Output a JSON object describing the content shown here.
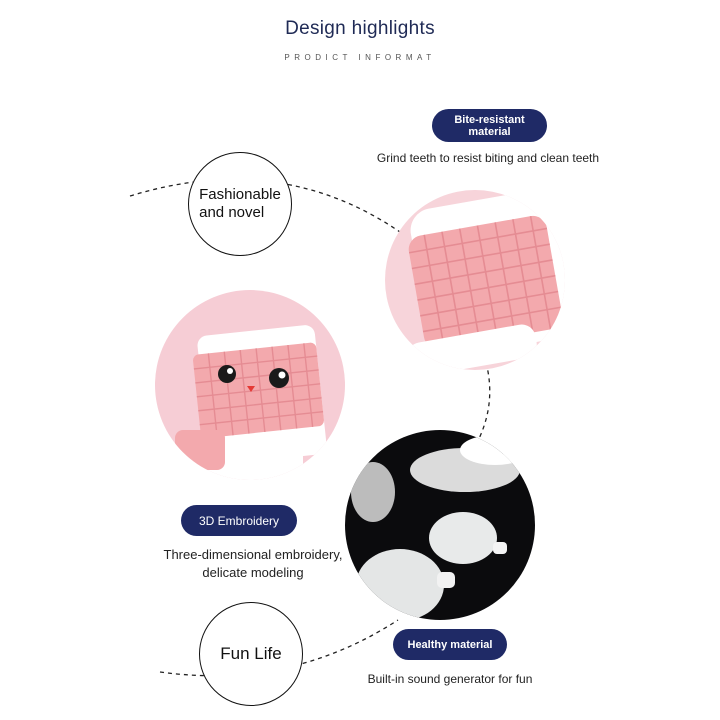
{
  "header": {
    "title": "Design highlights",
    "subtitle": "PRODICT INFORMAT"
  },
  "highlights": {
    "fashionable": {
      "line1": "Fashionable",
      "line2": "and novel"
    },
    "bite": {
      "badge_line1": "Bite-resistant",
      "badge_line2": "material",
      "caption": "Grind teeth to resist biting and clean teeth"
    },
    "embroidery": {
      "badge": "3D Embroidery",
      "caption_line1": "Three-dimensional embroidery,",
      "caption_line2": "delicate modeling"
    },
    "fun": {
      "label": "Fun Life"
    },
    "healthy": {
      "badge": "Healthy material",
      "caption": "Built-in sound generator for fun"
    }
  },
  "colors": {
    "navy": "#1f2a66",
    "toy_pink": "#f3a9ad",
    "background_pink": "#f6cdd5",
    "background_black": "#0b0b0d"
  }
}
